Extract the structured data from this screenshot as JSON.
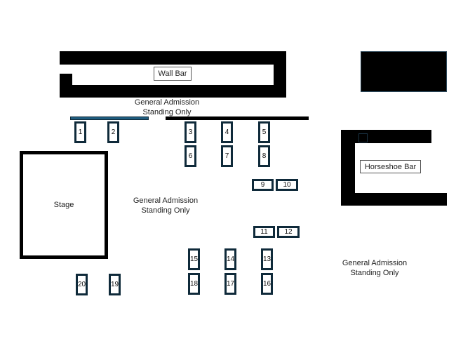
{
  "colors": {
    "wall": "#000000",
    "table_border": "#0f2a3a",
    "blue_rail": "#1f5c7e",
    "background": "#ffffff"
  },
  "wall_bar": {
    "label": "Wall Bar"
  },
  "horseshoe_bar": {
    "label": "Horseshoe Bar"
  },
  "stage": {
    "label": "Stage"
  },
  "general_admission": [
    {
      "line1": "General Admission",
      "line2": "Standing Only"
    },
    {
      "line1": "General Admission",
      "line2": "Standing Only"
    },
    {
      "line1": "General Admission",
      "line2": "Standing Only"
    }
  ],
  "tables": [
    "1",
    "2",
    "3",
    "4",
    "5",
    "6",
    "7",
    "8",
    "9",
    "10",
    "11",
    "12",
    "13",
    "14",
    "15",
    "16",
    "17",
    "18",
    "19",
    "20"
  ]
}
